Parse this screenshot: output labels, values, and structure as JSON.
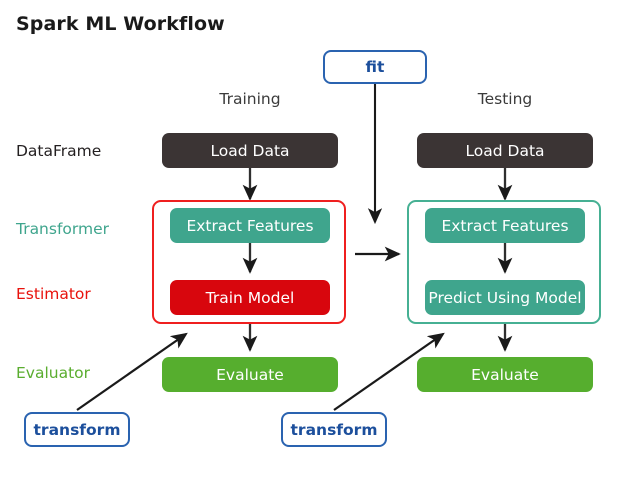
{
  "title": "Spark ML Workflow",
  "colors": {
    "dataframe": "#231f20",
    "transformer": "#3fa58d",
    "estimator": "#e8120c",
    "evaluator": "#5aad2f",
    "api": "#1c4f9c",
    "box_dark": "#3b3434",
    "box_teal": "#3fa58d",
    "box_red": "#d8060d",
    "box_green": "#56ae2e",
    "group_train_border": "#ef1f1f",
    "group_test_border": "#46b093",
    "arrow": "#1a1a1a",
    "background": "#ffffff"
  },
  "columns": {
    "training_header": "Training",
    "testing_header": "Testing"
  },
  "row_labels": {
    "dataframe": "DataFrame",
    "transformer": "Transformer",
    "estimator": "Estimator",
    "evaluator": "Evaluator"
  },
  "api_boxes": {
    "fit": "fit",
    "transform_left": "transform",
    "transform_mid": "transform"
  },
  "training": {
    "load_data": "Load Data",
    "extract_features": "Extract Features",
    "train_model": "Train Model",
    "evaluate": "Evaluate"
  },
  "testing": {
    "load_data": "Load Data",
    "extract_features": "Extract Features",
    "predict_using_model": "Predict Using Model",
    "evaluate": "Evaluate"
  },
  "chart_data": {
    "type": "diagram",
    "title": "Spark ML Workflow",
    "nodes": [
      {
        "id": "fit",
        "label": "fit",
        "kind": "api-call",
        "column": "center",
        "row": "top"
      },
      {
        "id": "train-load",
        "label": "Load Data",
        "kind": "dataframe",
        "column": "training",
        "row": "DataFrame"
      },
      {
        "id": "train-extract",
        "label": "Extract Features",
        "kind": "transformer",
        "column": "training",
        "row": "Transformer"
      },
      {
        "id": "train-model",
        "label": "Train Model",
        "kind": "estimator",
        "column": "training",
        "row": "Estimator"
      },
      {
        "id": "train-eval",
        "label": "Evaluate",
        "kind": "evaluator",
        "column": "training",
        "row": "Evaluator"
      },
      {
        "id": "test-load",
        "label": "Load Data",
        "kind": "dataframe",
        "column": "testing",
        "row": "DataFrame"
      },
      {
        "id": "test-extract",
        "label": "Extract Features",
        "kind": "transformer",
        "column": "testing",
        "row": "Transformer"
      },
      {
        "id": "test-predict",
        "label": "Predict Using Model",
        "kind": "transformer",
        "column": "testing",
        "row": "Estimator"
      },
      {
        "id": "test-eval",
        "label": "Evaluate",
        "kind": "evaluator",
        "column": "testing",
        "row": "Evaluator"
      },
      {
        "id": "transform-left",
        "label": "transform",
        "kind": "api-call",
        "column": "training",
        "row": "bottom"
      },
      {
        "id": "transform-mid",
        "label": "transform",
        "kind": "api-call",
        "column": "center",
        "row": "bottom"
      }
    ],
    "groups": [
      {
        "id": "pipeline-train",
        "column": "training",
        "border": "#ef1f1f",
        "contains": [
          "train-extract",
          "train-model"
        ]
      },
      {
        "id": "pipeline-test",
        "column": "testing",
        "border": "#46b093",
        "contains": [
          "test-extract",
          "test-predict"
        ]
      }
    ],
    "edges": [
      {
        "from": "train-load",
        "to": "train-extract"
      },
      {
        "from": "train-extract",
        "to": "train-model"
      },
      {
        "from": "train-model",
        "to": "train-eval"
      },
      {
        "from": "test-load",
        "to": "test-extract"
      },
      {
        "from": "test-extract",
        "to": "test-predict"
      },
      {
        "from": "test-predict",
        "to": "test-eval"
      },
      {
        "from": "fit",
        "to": "pipeline-gap"
      },
      {
        "from": "pipeline-train",
        "to": "pipeline-test"
      },
      {
        "from": "transform-left",
        "to": "pipeline-train"
      },
      {
        "from": "transform-mid",
        "to": "pipeline-test"
      }
    ]
  }
}
